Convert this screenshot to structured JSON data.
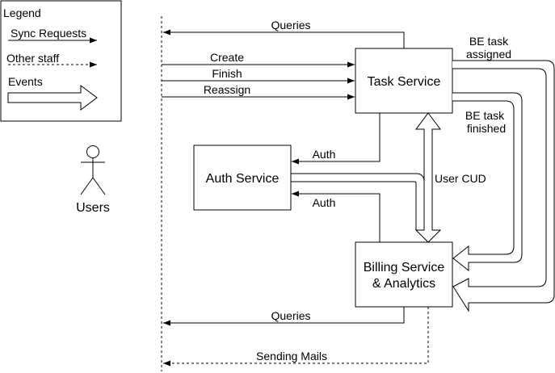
{
  "legend": {
    "title": "Legend",
    "sync_requests": "Sync Requests",
    "other_staff": "Other staff",
    "events": "Events"
  },
  "actor": {
    "label": "Users"
  },
  "services": {
    "task": "Task Service",
    "auth": "Auth Service",
    "billing_line1": "Billing Service",
    "billing_line2": "& Analytics"
  },
  "arrows": {
    "queries_top": "Queries",
    "create": "Create",
    "finish": "Finish",
    "reassign": "Reassign",
    "auth_top": "Auth",
    "auth_bottom": "Auth",
    "user_cud": "User CUD",
    "be_task_assigned_line1": "BE task",
    "be_task_assigned_line2": "assigned",
    "be_task_finished_line1": "BE task",
    "be_task_finished_line2": "finished",
    "queries_bottom": "Queries",
    "sending_mails": "Sending Mails"
  },
  "colors": {
    "stroke": "#000000",
    "background": "#ffffff"
  }
}
